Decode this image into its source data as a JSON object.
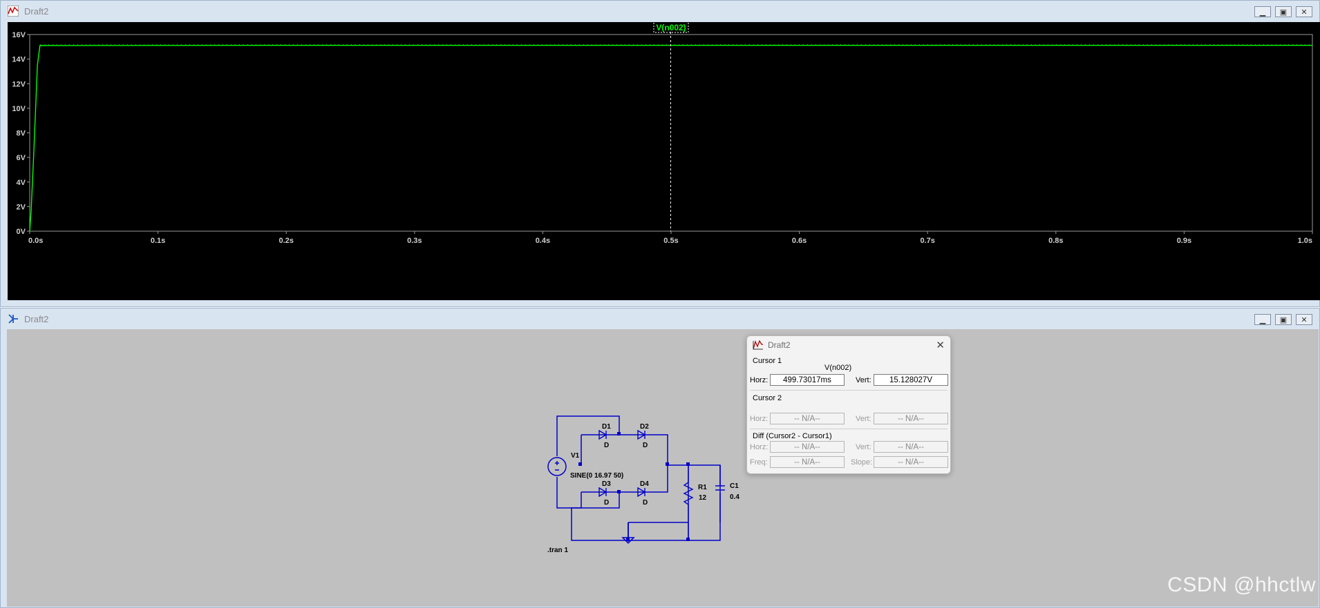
{
  "waveform_window": {
    "title": "Draft2",
    "trace_label": "V(n002)"
  },
  "schematic_window": {
    "title": "Draft2"
  },
  "chart_data": {
    "type": "line",
    "xlabel": "",
    "ylabel": "",
    "xlim": [
      0,
      1.0
    ],
    "ylim": [
      0,
      16
    ],
    "x_ticks": [
      "0.0s",
      "0.1s",
      "0.2s",
      "0.3s",
      "0.4s",
      "0.5s",
      "0.6s",
      "0.7s",
      "0.8s",
      "0.9s",
      "1.0s"
    ],
    "y_ticks": [
      "0V",
      "2V",
      "4V",
      "6V",
      "8V",
      "10V",
      "12V",
      "14V",
      "16V"
    ],
    "series": [
      {
        "name": "V(n002)",
        "color": "#00ff00",
        "x": [
          0,
          0.001,
          0.003,
          0.005,
          0.006,
          0.008,
          0.2,
          0.4,
          0.6,
          0.8,
          1.0
        ],
        "y": [
          0,
          1.5,
          6.0,
          11.0,
          13.5,
          15.1,
          15.12,
          15.12,
          15.12,
          15.12,
          15.12
        ]
      }
    ],
    "cursor_x": 0.4997
  },
  "schematic": {
    "source_name": "V1",
    "source_value": "SINE(0 16.97 50)",
    "d1_name": "D1",
    "d1_model": "D",
    "d2_name": "D2",
    "d2_model": "D",
    "d3_name": "D3",
    "d3_model": "D",
    "d4_name": "D4",
    "d4_model": "D",
    "r1_name": "R1",
    "r1_value": "12",
    "c1_name": "C1",
    "c1_value": "0.4",
    "directive": ".tran 1"
  },
  "cursor_dialog": {
    "title": "Draft2",
    "cursor1_label": "Cursor 1",
    "trace": "V(n002)",
    "horz_label": "Horz:",
    "vert_label": "Vert:",
    "horz1": "499.73017ms",
    "vert1": "15.128027V",
    "cursor2_label": "Cursor 2",
    "horz2": "-- N/A--",
    "vert2": "-- N/A--",
    "diff_label": "Diff (Cursor2 - Cursor1)",
    "diff_horz": "-- N/A--",
    "diff_vert": "-- N/A--",
    "freq_label": "Freq:",
    "slope_label": "Slope:",
    "freq": "-- N/A--",
    "slope": "-- N/A--"
  },
  "watermark": "CSDN @hhctlw",
  "colors": {
    "trace": "#00ff00",
    "plot_bg": "#000000",
    "schematic_bg": "#c0c0c0",
    "wire": "#0000c8"
  }
}
